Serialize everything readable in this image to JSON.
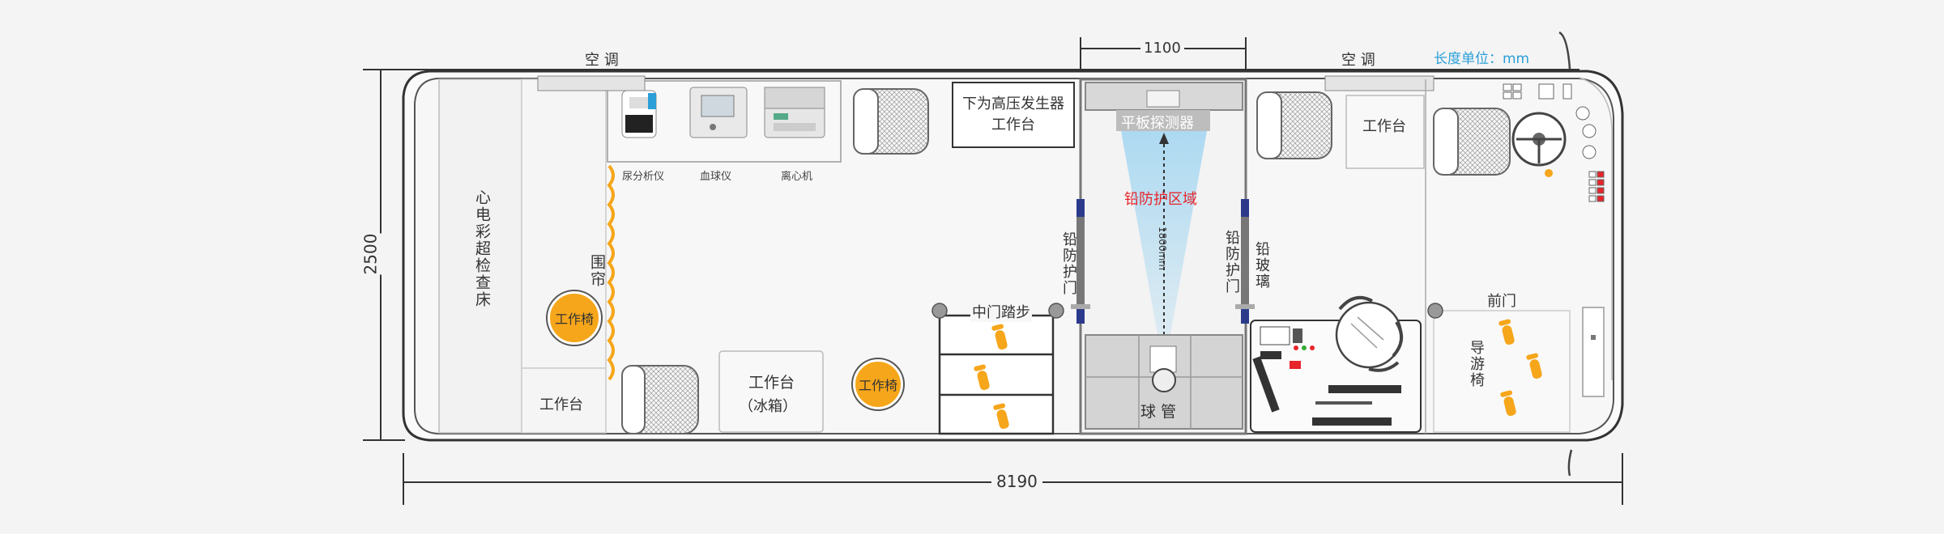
{
  "labels": {
    "dim_total_length": "8190",
    "dim_width": "2500",
    "dim_1100": "1100",
    "unit_note": "长度单位：mm",
    "ac_left": "空 调",
    "ac_right": "空 调",
    "ecg_bed": "心电彩超检查床",
    "curtain": "围帘",
    "chair_1": "工作椅",
    "chair_2": "工作椅",
    "workbench_left": "工作台",
    "workbench_fridge": "工作台",
    "fridge": "（冰箱）",
    "urine_analyzer": "尿分析仪",
    "blood_analyzer": "血球仪",
    "centrifuge": "离心机",
    "hv_generator": "下为高压发生器工作台",
    "mid_step": "中门踏步",
    "lead_door_left": "铅防护门",
    "lead_door_right": "铅防护门",
    "lead_glass": "铅玻璃",
    "flat_detector": "平板探测器",
    "lead_zone": "铅防护区域",
    "dim_1800": "1800mm",
    "tube": "球 管",
    "workbench_right": "工作台",
    "front_door": "前门",
    "guide_seat": "导游椅"
  },
  "colors": {
    "orange": "#f6a61a",
    "red": "#e8242b",
    "blue_unit": "#2a9fd8",
    "navy": "#2c3a8c",
    "xray_blue": "#a9d8f1"
  }
}
